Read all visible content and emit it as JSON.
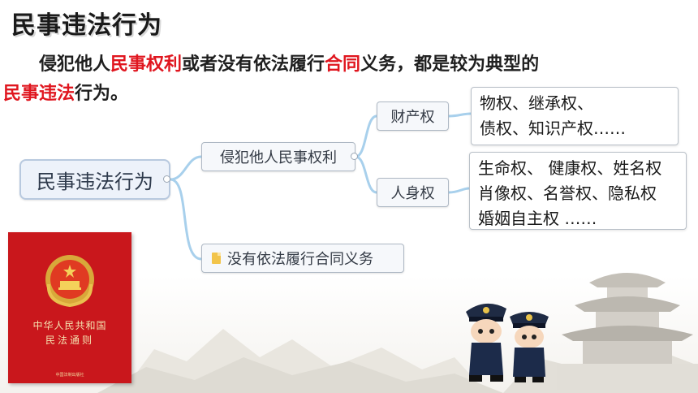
{
  "title": "民事违法行为",
  "intro": {
    "part1": "侵犯他人",
    "part2": "民事权利",
    "part3": "或者没有依法履行",
    "part4": "合同",
    "part5": "义务，都是较为典型的",
    "part6": "民事违法",
    "part7": "行为。"
  },
  "mindmap": {
    "root": "民事违法行为",
    "branch1": "侵犯他人民事权利",
    "branch2": "没有依法履行合同义务",
    "property": "财产权",
    "personal": "人身权",
    "property_items": [
      "物权、继承权、",
      "债权、知识产权……"
    ],
    "personal_items": [
      "生命权、 健康权、姓名权",
      "肖像权、名誉权、隐私权",
      "婚姻自主权 ……"
    ]
  },
  "book": {
    "title_line1": "中华人民共和国",
    "title_line2": "民法通则",
    "publisher": "中国法制出版社"
  },
  "colors": {
    "highlight": "#e0161f",
    "book_cover": "#c9171c",
    "node_border": "#aeb8c4",
    "connector": "#a8d0ec"
  }
}
